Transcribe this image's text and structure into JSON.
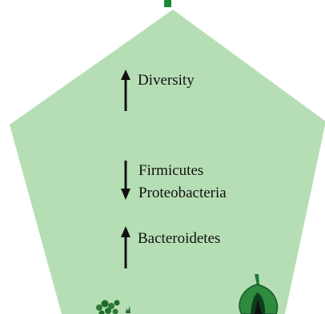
{
  "colors": {
    "pentagon_fill": "#b6deb4",
    "arrow": "#111111",
    "leaf_dark": "#1f7a3a",
    "leaf_green": "#2e8b3e",
    "stem_top": "#1a8a3a"
  },
  "labels": {
    "diversity": "Diversity",
    "firmicutes": "Firmicutes",
    "proteobacteria": "Proteobacteria",
    "bacteroidetes": "Bacteroidetes"
  },
  "indicators": {
    "diversity": "up",
    "firmicutes_proteobacteria": "down",
    "bacteroidetes": "up"
  },
  "icons": [
    "broccoli-icon",
    "vegetable-icon",
    "stem-icon"
  ]
}
